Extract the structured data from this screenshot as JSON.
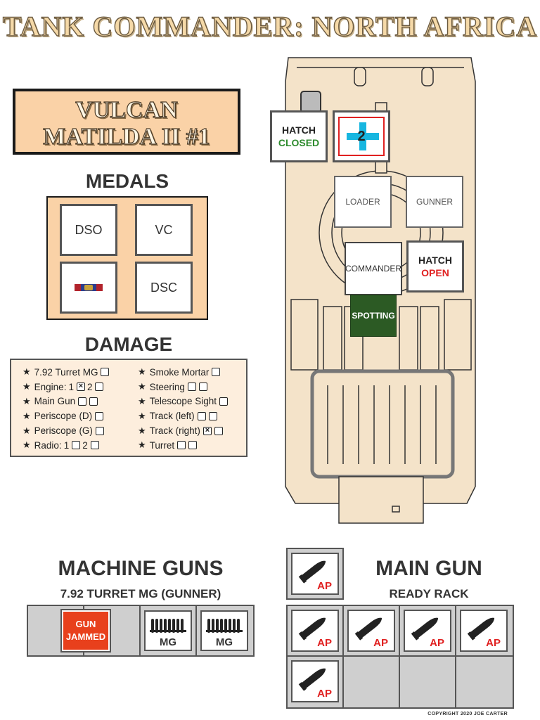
{
  "game_title": "TANK COMMANDER: NORTH AFRICA",
  "tank": {
    "name_line1": "VULCAN",
    "name_line2": "MATILDA II #1"
  },
  "medals": {
    "title": "MEDALS",
    "items": [
      "DSO",
      "VC",
      "",
      "DSC"
    ],
    "ribbon_icon": "campaign-ribbon-icon"
  },
  "damage": {
    "title": "DAMAGE",
    "left": [
      {
        "label": "7.92 Turret MG",
        "boxes": [
          {
            "n": "",
            "checked": false
          }
        ]
      },
      {
        "label": "Engine:",
        "boxes": [
          {
            "n": "1",
            "checked": true
          },
          {
            "n": "2",
            "checked": false
          }
        ]
      },
      {
        "label": "Main Gun",
        "boxes": [
          {
            "n": "",
            "checked": false
          },
          {
            "n": "",
            "checked": false
          }
        ]
      },
      {
        "label": "Periscope (D)",
        "boxes": [
          {
            "n": "",
            "checked": false
          }
        ]
      },
      {
        "label": "Periscope (G)",
        "boxes": [
          {
            "n": "",
            "checked": false
          }
        ]
      },
      {
        "label": "Radio:",
        "boxes": [
          {
            "n": "1",
            "checked": false
          },
          {
            "n": "2",
            "checked": false
          }
        ]
      }
    ],
    "right": [
      {
        "label": "Smoke Mortar",
        "boxes": [
          {
            "n": "",
            "checked": false
          }
        ]
      },
      {
        "label": "Steering",
        "boxes": [
          {
            "n": "",
            "checked": false
          },
          {
            "n": "",
            "checked": false
          }
        ]
      },
      {
        "label": "Telescope Sight",
        "boxes": [
          {
            "n": "",
            "checked": false
          }
        ]
      },
      {
        "label": "Track (left)",
        "boxes": [
          {
            "n": "",
            "checked": false
          },
          {
            "n": "",
            "checked": false
          }
        ]
      },
      {
        "label": "Track (right)",
        "boxes": [
          {
            "n": "",
            "checked": true
          },
          {
            "n": "",
            "checked": false
          }
        ]
      },
      {
        "label": "Turret",
        "boxes": [
          {
            "n": "",
            "checked": false
          },
          {
            "n": "",
            "checked": false
          }
        ]
      }
    ]
  },
  "crew": {
    "hatch_left": {
      "label": "HATCH",
      "state": "CLOSED"
    },
    "position_marker": "2",
    "loader": "LOADER",
    "gunner": "GUNNER",
    "commander": "COMMANDER",
    "hatch_commander": {
      "label": "HATCH",
      "state": "OPEN"
    },
    "spotting": "SPOTTING"
  },
  "machine_guns": {
    "title": "MACHINE GUNS",
    "subtitle": "7.92 TURRET MG (GUNNER)",
    "jammed_line1": "GUN",
    "jammed_line2": "JAMMED",
    "ammo_label": "MG"
  },
  "main_gun": {
    "title": "MAIN GUN",
    "subtitle": "READY RACK",
    "ammo_label": "AP",
    "loaded_rounds": 1,
    "ready_rack_rounds": 5
  },
  "colors": {
    "plate": "#fad2a7",
    "hull": "#f4e3c9",
    "spotting": "#2c5a24",
    "ap_red": "#e02020",
    "closed_green": "#2e8b2e"
  },
  "copyright": "COPYRIGHT 2020 JOE CARTER"
}
